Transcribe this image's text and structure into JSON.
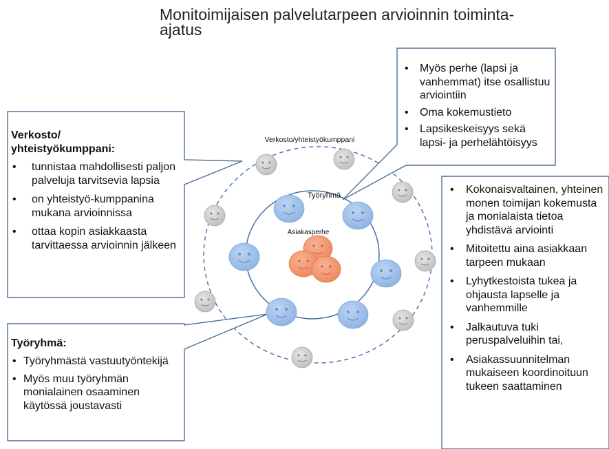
{
  "title_line1": "Monitoimijaisen palvelutarpeen arvioinnin toiminta-",
  "title_line2": "ajatus",
  "diagram_labels": {
    "outer_ring": "Verkosto/yhteistyökumppani",
    "inner_ring": "Työryhmä",
    "center": "Asiakasperhe"
  },
  "callouts": {
    "verkosto": {
      "heading_line1": "Verkosto/",
      "heading_line2": "yhteistyökumppani:",
      "items": [
        "tunnistaa mahdollisesti paljon palveluja tarvitsevia lapsia",
        "on yhteistyö-kumppanina mukana  arvioinnissa",
        "ottaa kopin asiakkaasta tarvittaessa arvioinnin jälkeen"
      ]
    },
    "tyoryhma": {
      "heading": "Työryhmä:",
      "items": [
        "Työryhmästä vastuutyöntekijä",
        "Myös muu työryhmän monialainen osaaminen käytössä joustavasti"
      ]
    },
    "perhe": {
      "items": [
        "Myös perhe (lapsi ja vanhemmat) itse osallistuu arviointiin",
        "Oma kokemustieto",
        "Lapsikeskeisyys sekä lapsi- ja perhelähtöisyys"
      ]
    },
    "kokonais": {
      "items": [
        "Kokonaisvaltainen, yhteinen monen toimijan kokemusta ja monialaista tietoa yhdistävä  arviointi",
        "Mitoitettu aina asiakkaan tarpeen mukaan",
        "Lyhytkestoista tukea ja ohjausta lapselle ja vanhemmille",
        "Jalkautuva tuki peruspalveluihin tai,",
        "Asiakassuunnitelman mukaiseen koordinoituun tukeen saattaminen"
      ]
    }
  },
  "colors": {
    "box_border": "#4f6f93",
    "ring_dashed": "#4a78b0",
    "ring_solid": "#3f6ea8",
    "face_gray": "#c9c9c9",
    "face_blue": "#9bbde8",
    "face_orange": "#f2956c"
  }
}
